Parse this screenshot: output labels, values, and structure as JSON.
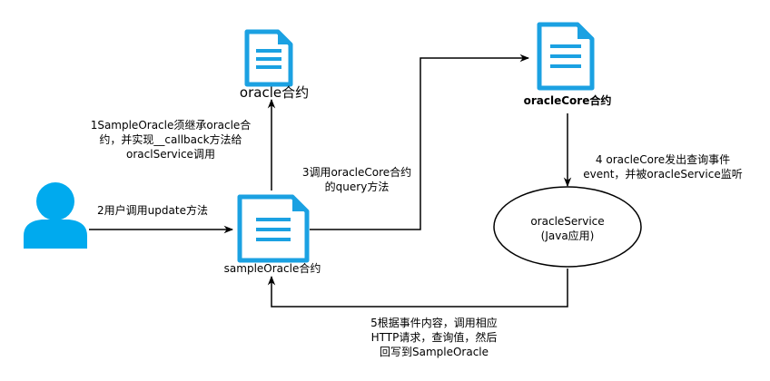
{
  "colors": {
    "doc_icon": "#1ba1e2",
    "user_icon": "#00aaee",
    "line": "#000000",
    "text": "#000000"
  },
  "icons": {
    "user": "user-icon",
    "document": "document-icon"
  },
  "nodes": {
    "oracle_contract": {
      "title": "oracle合约"
    },
    "oracle_core_contract": {
      "title": "oracleCore合约"
    },
    "sample_oracle_contract": {
      "title": "sampleOracle合约"
    },
    "oracle_service": {
      "line1": "oracleService",
      "line2": "(Java应用)"
    }
  },
  "edges": {
    "step1": {
      "line1": "1SampleOracle须继承oracle合",
      "line2": "约，并实现__callback方法给",
      "line3": "oraclService调用"
    },
    "step2": {
      "line1": "2用户调用update方法"
    },
    "step3": {
      "line1": "3调用oracleCore合约",
      "line2": "的query方法"
    },
    "step4": {
      "line1": "4 oracleCore发出查询事件",
      "line2": "event，并被oracleService监听"
    },
    "step5": {
      "line1": "5根据事件内容，调用相应",
      "line2": "HTTP请求，查询值，然后",
      "line3": "回写到SampleOracle"
    }
  }
}
